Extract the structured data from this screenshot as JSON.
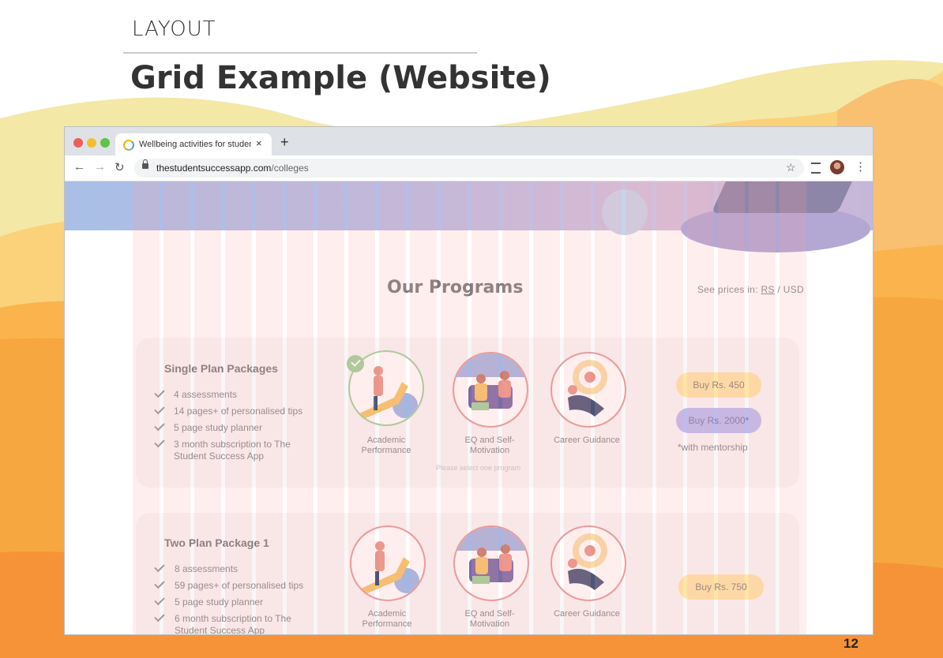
{
  "slide": {
    "section_label": "LAYOUT",
    "title": "Grid Example (Website)",
    "page_number": "12"
  },
  "browser": {
    "tab_title": "Wellbeing activities for students",
    "tab_close": "×",
    "new_tab": "+",
    "url_host": "thestudentsuccessapp.com",
    "url_path": "/colleges",
    "icons": [
      "back-arrow-icon",
      "forward-arrow-icon",
      "reload-icon",
      "lock-icon",
      "bookmark-star-icon",
      "media-control-icon",
      "profile-avatar",
      "menu-kebab-icon"
    ]
  },
  "page": {
    "heading": "Our Programs",
    "prices_prefix": "See prices in: ",
    "currency_rs": "RS",
    "currency_sep": " / ",
    "currency_usd": "USD",
    "hint": "Please select one program",
    "packages": [
      {
        "title": "Single Plan Packages",
        "features": [
          "4 assessments",
          "14 pages+ of personalised tips",
          "5 page study planner",
          "3 month subscription to The Student Success App"
        ],
        "programs": [
          {
            "label": "Academic Performance",
            "selected": true
          },
          {
            "label": "EQ and Self-Motivation",
            "selected": false
          },
          {
            "label": "Career Guidance",
            "selected": false
          }
        ],
        "buy_buttons": [
          "Buy Rs. 450",
          "Buy Rs. 2000*"
        ],
        "note": "*with mentorship"
      },
      {
        "title": "Two Plan Package 1",
        "features": [
          "8 assessments",
          "59 pages+ of personalised tips",
          "5 page study planner",
          "6 month subscription to The Student Success App"
        ],
        "programs": [
          {
            "label": "Academic Performance",
            "selected": false
          },
          {
            "label": "EQ and Self-Motivation",
            "selected": false
          },
          {
            "label": "Career Guidance",
            "selected": false
          }
        ],
        "buy_buttons": [
          "Buy Rs. 750"
        ]
      }
    ]
  },
  "colors": {
    "grid_column": "#ffa0a0",
    "yellow_button": "#fde5a8",
    "purple_button": "#bcbcef",
    "selected_ring": "#9fd19a",
    "background_orange": "#f7a740"
  }
}
